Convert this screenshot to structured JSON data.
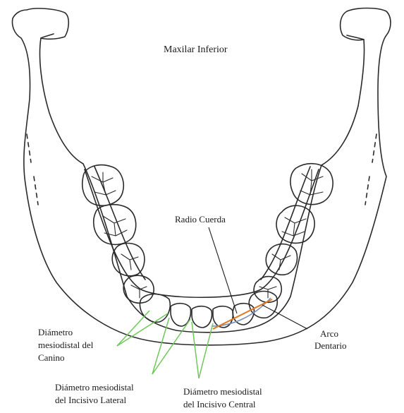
{
  "title": "Maxilar Inferior",
  "labels": {
    "radio_cuerda": "Radio Cuerda",
    "arco_line1": "Arco",
    "arco_line2": "Dentario",
    "canino_line1": "Diámetro",
    "canino_line2": "mesiodistal del",
    "canino_line3": "Canino",
    "lateral_line1": "Diámetro mesiodistal",
    "lateral_line2": "del Incisivo Lateral",
    "central_line1": "Diámetro mesiodistal",
    "central_line2": "del Incisivo Central"
  },
  "colors": {
    "outline": "#2a2a2a",
    "chord": "#e07820",
    "arc": "#7a8fb5",
    "pointer_green": "#6fc85a"
  }
}
